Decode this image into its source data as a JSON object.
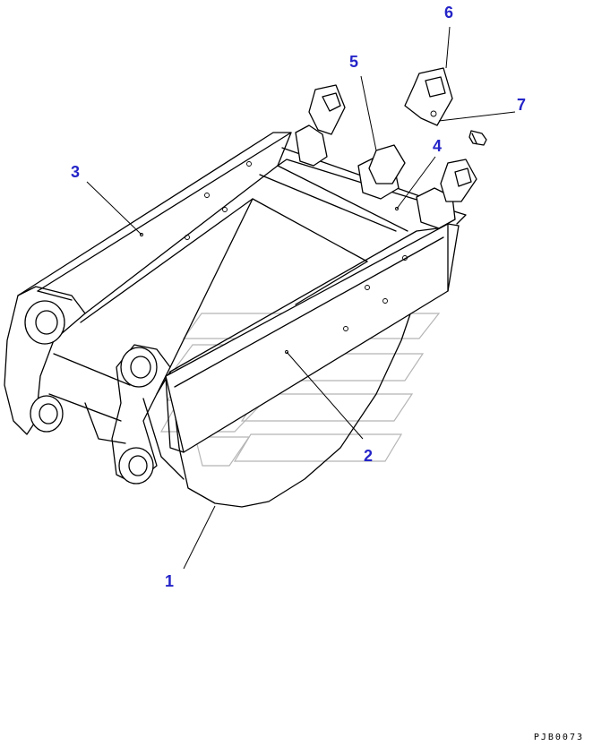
{
  "drawing": {
    "subject": "excavator bucket assembly exploded view",
    "code": "PJB0073",
    "callout_color": "#2424c8"
  },
  "callouts": [
    {
      "id": "1",
      "label": "1"
    },
    {
      "id": "2",
      "label": "2"
    },
    {
      "id": "3",
      "label": "3"
    },
    {
      "id": "4",
      "label": "4"
    },
    {
      "id": "5",
      "label": "5"
    },
    {
      "id": "6",
      "label": "6"
    },
    {
      "id": "7",
      "label": "7"
    }
  ]
}
